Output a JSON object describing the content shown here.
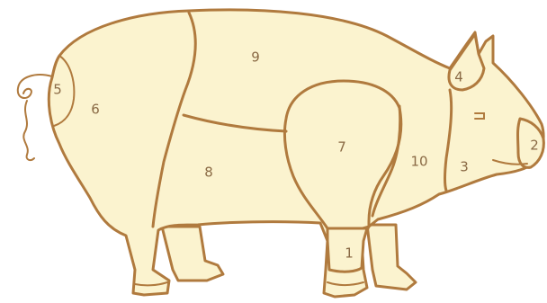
{
  "diagram": {
    "regions": [
      {
        "id": "leg",
        "label": "1"
      },
      {
        "id": "snout",
        "label": "2"
      },
      {
        "id": "jowl",
        "label": "3"
      },
      {
        "id": "ear",
        "label": "4"
      },
      {
        "id": "tail",
        "label": "5"
      },
      {
        "id": "ham",
        "label": "6"
      },
      {
        "id": "shoulder",
        "label": "7"
      },
      {
        "id": "belly",
        "label": "8"
      },
      {
        "id": "loin",
        "label": "9"
      },
      {
        "id": "neck",
        "label": "10"
      }
    ],
    "colors": {
      "fill": "#fbf3cf",
      "stroke": "#b07a3e",
      "text": "#8a6a45"
    }
  }
}
